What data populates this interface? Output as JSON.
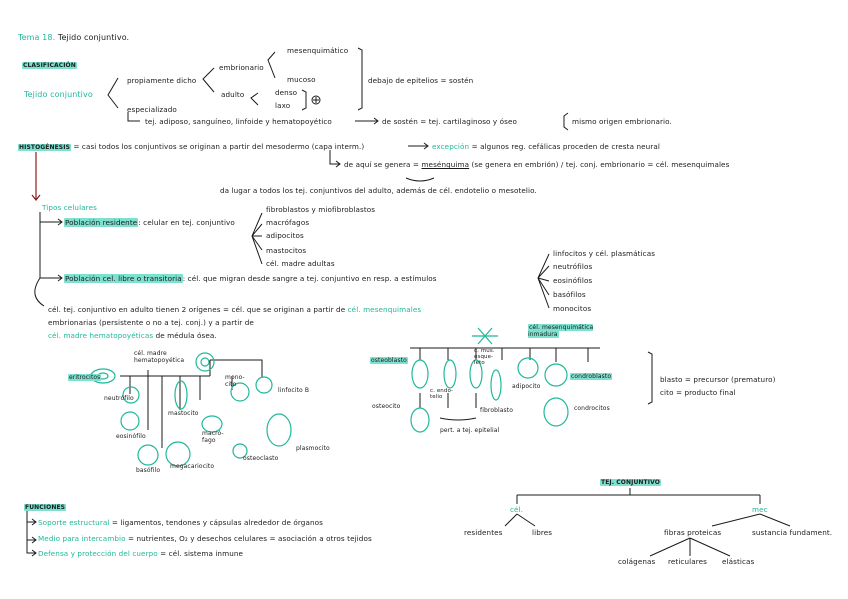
{
  "title": {
    "num": "Tema 18.",
    "text": "Tejido conjuntivo."
  },
  "clasificacion": {
    "heading": "CLASIFICACIÓN",
    "root": "Tejido conjuntivo",
    "propiamente": "propiamente dicho",
    "embrionario": "embrionario",
    "mesenquimatico": "mesenquimático",
    "mucoso": "mucoso",
    "adulto": "adulto",
    "denso": "denso",
    "laxo": "laxo",
    "debajo": "debajo de epitelios = sostén",
    "especializado": "especializado",
    "espec_detail": "tej. adiposo, sanguíneo, linfoide y hematopoyético",
    "soston": "de sostén = tej. cartilaginoso y óseo",
    "mismo": "mismo origen embrionario."
  },
  "histogenesis": {
    "heading": "HISTOGÉNESIS",
    "line1a": "= casi todos los conjuntivos se originan a partir del mesodermo (capa interm.)",
    "excepcion": "excepción",
    "line1b": "= algunos reg. cefálicas proceden de cresta neural",
    "line2a": "de aquí se genera =",
    "mesenquima": "mesénquima",
    "line2b": "(se genera en embrión) / tej. conj. embrionario = cél. mesenquimales",
    "line3": "da lugar a todos los tej. conjuntivos del adulto, además de cél. endotelio o mesotelio."
  },
  "tipos": {
    "heading": "Tipos celulares",
    "residente": "Población residente",
    "residente_desc": ": celular en tej. conjuntivo",
    "residentes_list": [
      "fibroblastos y miofibroblastos",
      "macrófagos",
      "adipocitos",
      "mastocitos",
      "cél. madre adultas"
    ],
    "libre": "Población cel. libre o transitoria",
    "libre_desc": ": cél. que migran desde sangre a tej. conjuntivo en resp. a estímulos",
    "libres_list": [
      "linfocitos y cél. plasmáticas",
      "neutrófilos",
      "eosinófilos",
      "basófilos",
      "monocitos"
    ],
    "origen1": "cél. tej. conjuntivo en adulto tienen 2 orígenes = cél. que se originan a partir de",
    "origen_hl": "cél. mesenquimales",
    "origen2": "embrionarias (persistente o no a tej. conj.) y a partir de",
    "origen3_hl": "cél. madre hematopoyéticas",
    "origen3": "de médula ósea."
  },
  "diagram_left": {
    "madre": "cél. madre hematopoyética",
    "eritrocitos": "eritrocitos",
    "neutrofilo": "neutrófilo",
    "eosinofilo": "eosinófilo",
    "basofilo": "basófilo",
    "mastocito": "mastocito",
    "monocito": "mono-cito",
    "macrofago": "macró-fago",
    "megacariocito": "megacariocito",
    "osteoclasto": "osteoclasto",
    "linfocito": "linfocito B",
    "plasmocito": "plasmocito"
  },
  "diagram_right": {
    "madre": "cél. mesenquimática inmadura",
    "osteoblasto": "osteoblasto",
    "osteocito": "osteocito",
    "endotelio": "c. endo-telio",
    "cmuscular": "c. mus. esque-leto",
    "fibroblasto": "fibroblasto",
    "adipocito": "adipocito",
    "condroblasto": "condroblasto",
    "condrocitos": "condrocitos",
    "pert": "pert. a tej. epitelial",
    "blasto": "blasto = precursor (prematuro)",
    "cito": "cito = producto final"
  },
  "funciones": {
    "heading": "FUNCIONES",
    "items": [
      {
        "hl": "Soporte estructural",
        "text": "= ligamentos, tendones y cápsulas alrededor de órganos"
      },
      {
        "hl": "Medio para intercambio",
        "text": "= nutrientes, O₂ y desechos celulares = asociación a otros tejidos"
      },
      {
        "hl": "Defensa y protección del cuerpo",
        "text": "= cél. sistema inmune"
      }
    ]
  },
  "tree": {
    "root": "TEJ. CONJUNTIVO",
    "cel": "cél.",
    "mec": "mec",
    "residentes": "residentes",
    "libres": "libres",
    "fibras": "fibras proteicas",
    "sustancia": "sustancia fundament.",
    "colagenas": "colágenas",
    "reticulares": "reticulares",
    "elasticas": "elásticas"
  },
  "colors": {
    "accent": "#1fb89a",
    "highlight": "#7ee0cf",
    "arrow": "#8a1d1d"
  }
}
